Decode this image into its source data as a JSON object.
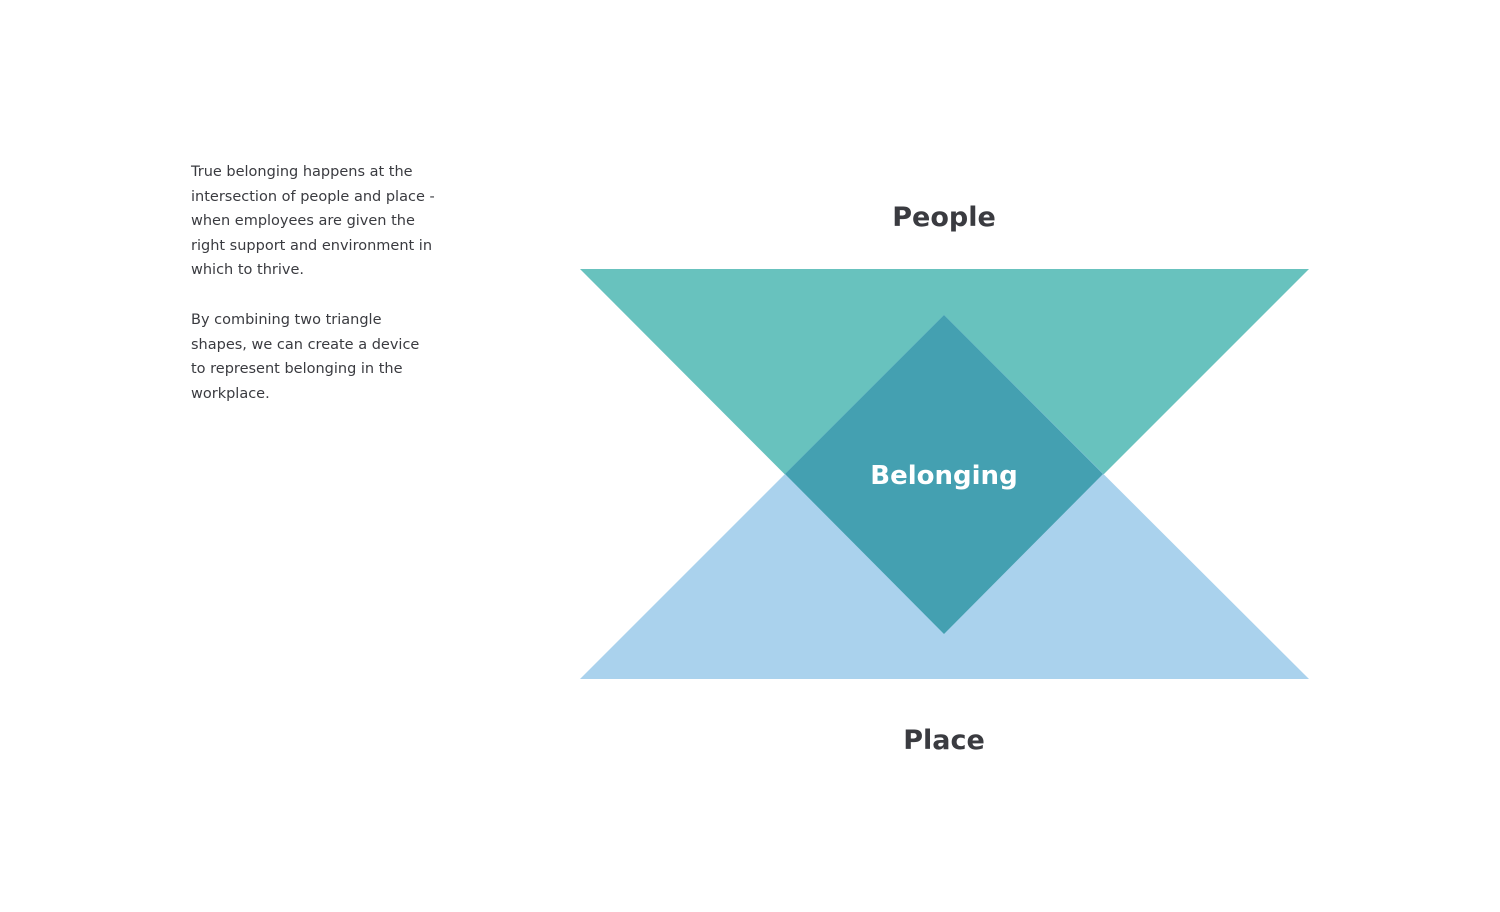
{
  "description": {
    "paragraph_1": "True belonging happens at the intersection of people and place - when employees are given the right support and environment in which to thrive.",
    "paragraph_2": "By combining two triangle shapes, we can create a device to represent belonging in the workplace."
  },
  "diagram": {
    "top_label": "People",
    "center_label": "Belonging",
    "bottom_label": "Place",
    "colors": {
      "people_triangle": "#68c2be",
      "place_triangle": "#aad2ed",
      "belonging_overlap": "#44a0b1",
      "label_dark": "#3a3b40",
      "label_light": "#ffffff"
    }
  }
}
